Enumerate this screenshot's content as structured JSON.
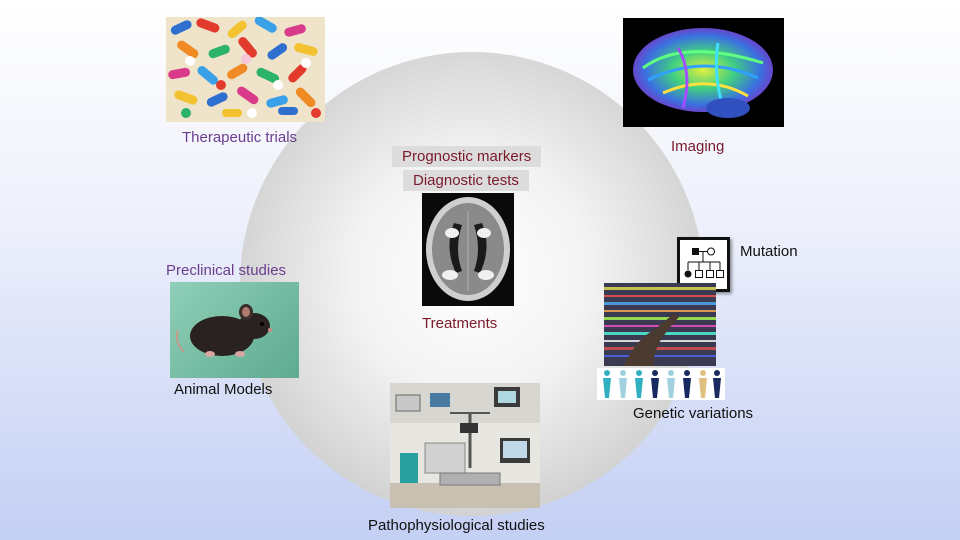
{
  "labels": {
    "therapeutic_trials": "Therapeutic trials",
    "imaging": "Imaging",
    "prognostic_markers": "Prognostic markers",
    "diagnostic_tests": "Diagnostic tests",
    "mutation": "Mutation",
    "preclinical_studies": "Preclinical studies",
    "treatments": "Treatments",
    "animal_models": "Animal Models",
    "genetic_variations": "Genetic variations",
    "pathophysiological_studies": "Pathophysiological studies"
  },
  "colors": {
    "purple": "#6a3d8f",
    "maroon": "#7a1a2a",
    "black": "#111111"
  }
}
